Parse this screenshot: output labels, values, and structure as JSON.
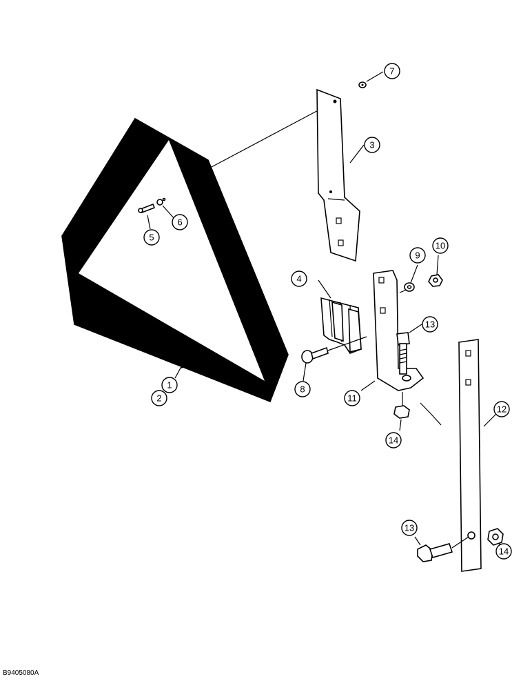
{
  "figure_code": "B9405080A",
  "callouts": [
    {
      "id": "1",
      "label": "1"
    },
    {
      "id": "2",
      "label": "2"
    },
    {
      "id": "3",
      "label": "3"
    },
    {
      "id": "4",
      "label": "4"
    },
    {
      "id": "5",
      "label": "5"
    },
    {
      "id": "6",
      "label": "6"
    },
    {
      "id": "7",
      "label": "7"
    },
    {
      "id": "8",
      "label": "8"
    },
    {
      "id": "9",
      "label": "9"
    },
    {
      "id": "10",
      "label": "10"
    },
    {
      "id": "11",
      "label": "11"
    },
    {
      "id": "12",
      "label": "12"
    },
    {
      "id": "13a",
      "label": "13"
    },
    {
      "id": "13b",
      "label": "13"
    },
    {
      "id": "14a",
      "label": "14"
    },
    {
      "id": "14b",
      "label": "14"
    }
  ],
  "colors": {
    "ink": "#000000",
    "paper": "#ffffff"
  }
}
